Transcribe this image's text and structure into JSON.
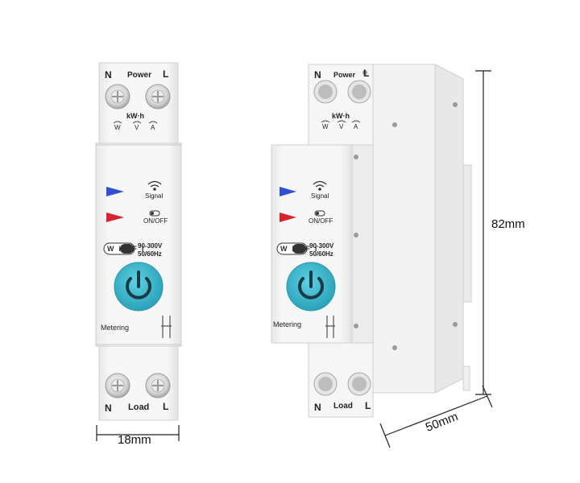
{
  "front": {
    "top_left_terminal": "N",
    "top_label": "Power",
    "top_right_terminal": "L",
    "meter_label": "kW·h",
    "indicators": [
      "W",
      "V",
      "A"
    ],
    "signal_label": "Signal",
    "onoff_label": "ON/OFF",
    "wifi_badge": "Wi Fi",
    "voltage_spec": "90-300V",
    "frequency_spec": "50/60Hz",
    "metering_label": "Metering",
    "bottom_left_terminal": "N",
    "bottom_label": "Load",
    "bottom_right_terminal": "L"
  },
  "side": {
    "top_left_terminal": "N",
    "top_label": "Power",
    "top_right_terminal": "L",
    "meter_label": "kW·h",
    "indicators": [
      "W",
      "V",
      "A"
    ],
    "signal_label": "Signal",
    "onoff_label": "ON/OFF",
    "wifi_badge": "Wi Fi",
    "voltage_spec": "90-300V",
    "frequency_spec": "50/60Hz",
    "metering_label": "Metering",
    "bottom_left_terminal": "N",
    "bottom_label": "Load",
    "bottom_right_terminal": "L"
  },
  "dimensions": {
    "width_front": "18mm",
    "height": "82mm",
    "depth": "50mm"
  },
  "colors": {
    "body": "#f4f4f4",
    "button": "#3fb6cc",
    "led_blue": "#2f4fd6",
    "led_red": "#d8232e"
  }
}
